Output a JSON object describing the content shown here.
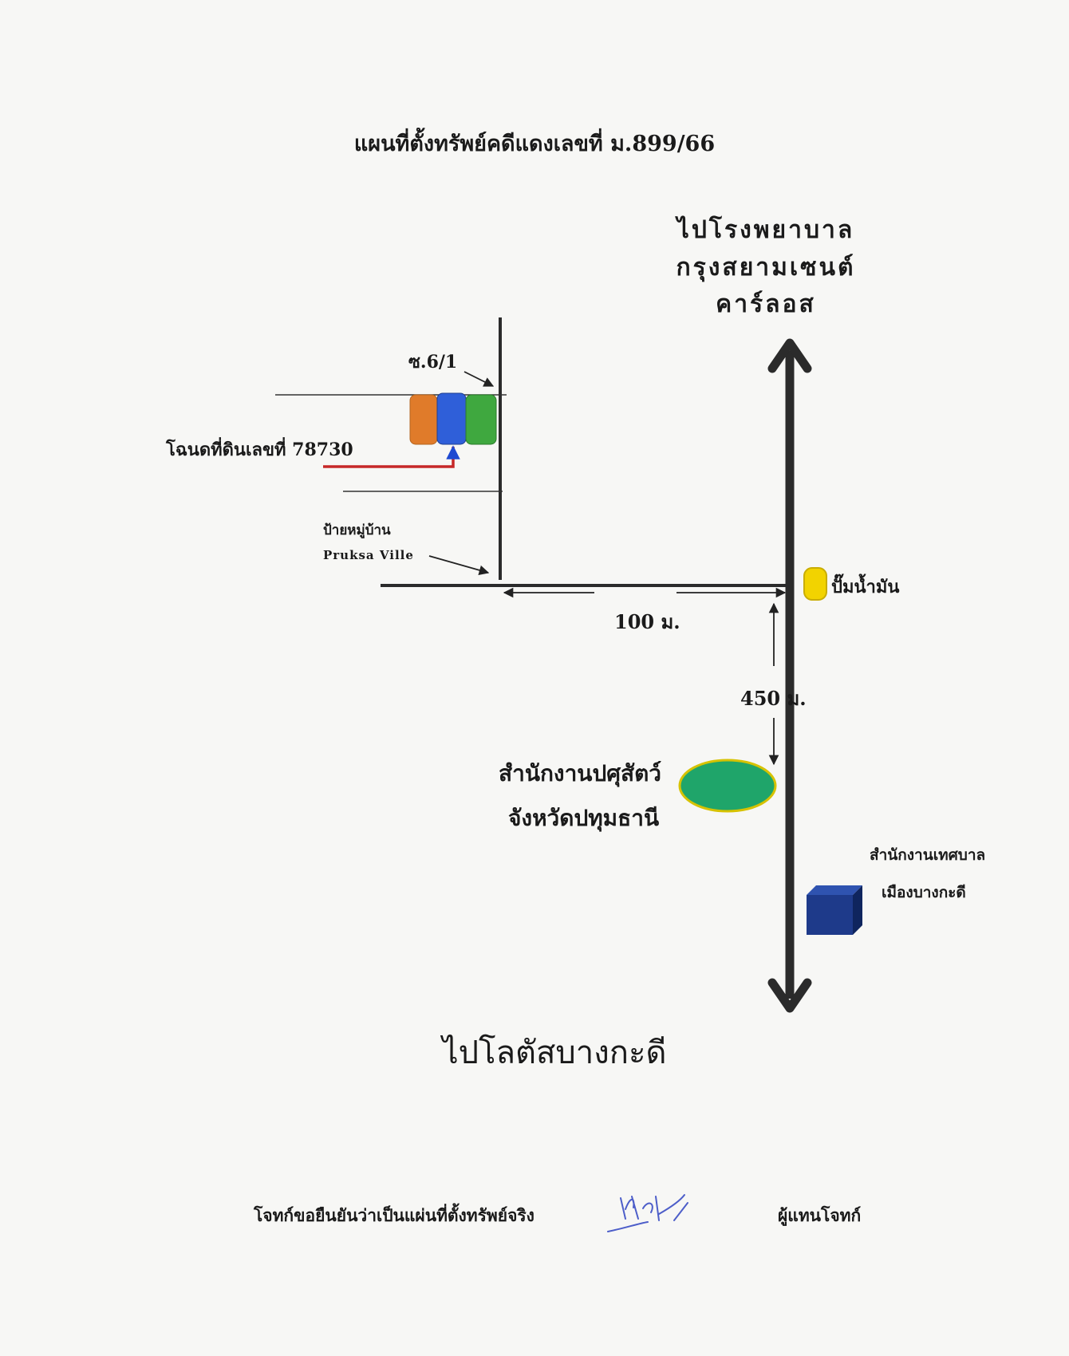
{
  "document": {
    "title": "แผนที่ตั้งทรัพย์คดีแดงเลขที่ ม.899/66"
  },
  "map": {
    "north_destination": [
      "ไปโรงพยาบาล",
      "กรุงสยามเซนต์",
      "คาร์ลอส"
    ],
    "south_destination": "ไปโลตัสบางกะดี",
    "soi_label": "ซ.6/1",
    "deed_label": "โฉนดที่ดินเลขที่ 78730",
    "village_sign": [
      "ป้ายหมู่บ้าน",
      "Pruksa  Ville"
    ],
    "gas_station_label": "ปั๊มน้ำมัน",
    "distance_horizontal": "100 ม.",
    "distance_vertical": "450 ม.",
    "vet_office_label": [
      "สำนักงานปศุสัตว์",
      "จังหวัดปทุมธานี"
    ],
    "municipal_office_label": [
      "สำนักงานเทศบาล",
      "เมืองบางกะดี"
    ],
    "colors": {
      "plot_orange": "#e07b2a",
      "plot_blue": "#2f5fd9",
      "plot_green": "#3fa83f",
      "deed_arrow": "#c62828",
      "gas_station": "#f2d300",
      "vet_office": "#1fa56a",
      "municipal_office": "#1e3a8a",
      "road": "#2b2b2b"
    }
  },
  "footer": {
    "certification": "โจทก์ขอยืนยันว่าเป็นแผ่นที่ตั้งทรัพย์จริง",
    "signer_role": "ผู้แทนโจทก์"
  }
}
